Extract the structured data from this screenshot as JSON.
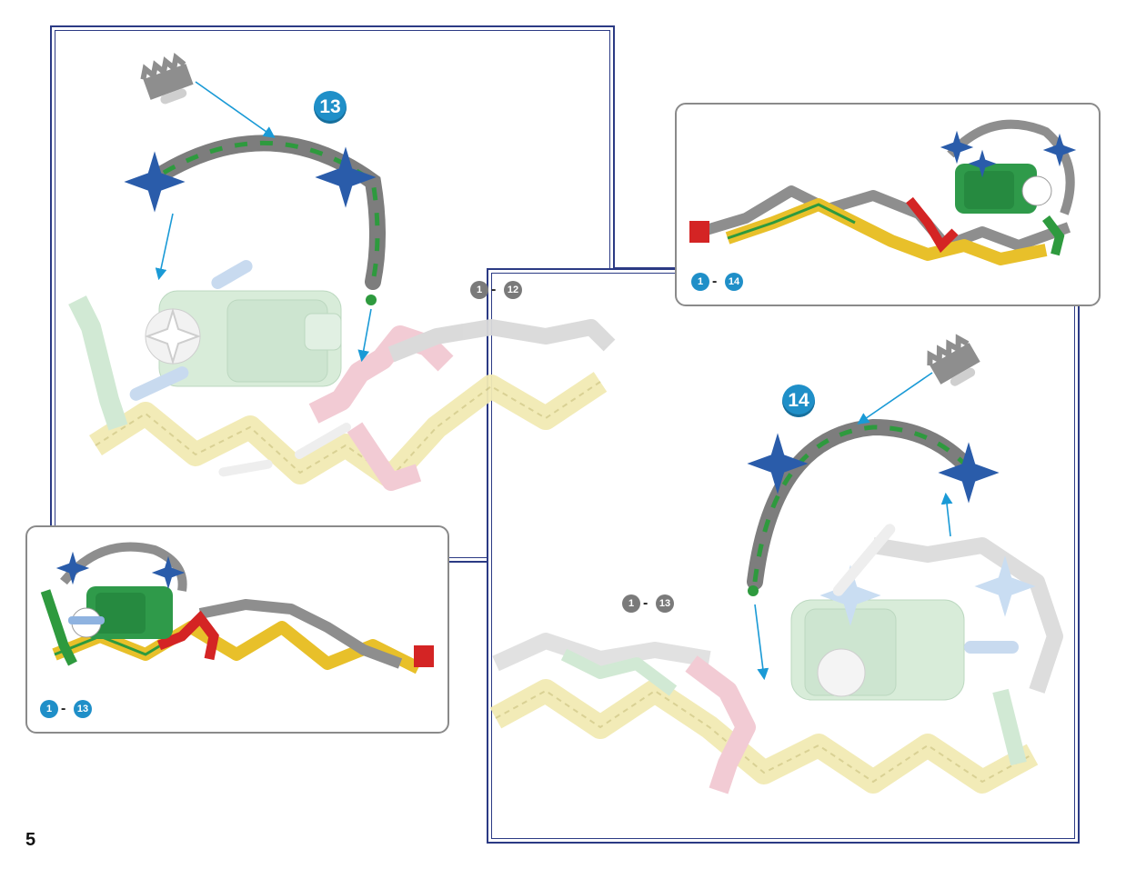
{
  "page": {
    "number": "5"
  },
  "steps": [
    {
      "id": "step-13",
      "number": "13",
      "range_start": "1",
      "range_end": "12"
    },
    {
      "id": "step-14",
      "number": "14",
      "range_start": "1",
      "range_end": "13"
    }
  ],
  "insets": [
    {
      "id": "inset-14",
      "range_start": "1",
      "range_end": "14"
    },
    {
      "id": "inset-13",
      "range_start": "1",
      "range_end": "13"
    }
  ],
  "colors": {
    "frame_border": "#2b3a84",
    "badge_blue": "#1f8fc8",
    "badge_grey": "#7a7a7a",
    "arrow": "#1a9ad6",
    "part_grey": "#8e8e8e",
    "part_green": "#2e9a3e",
    "part_blue": "#2a5caa",
    "part_red": "#d42424",
    "part_yellow": "#e8c02a",
    "ghost_green": "#cfe8d2",
    "ghost_yellow": "#f2eab4",
    "ghost_pink": "#f2c9d2",
    "motor_green": "#2f9a4a"
  },
  "icons": [
    "connector-arrow",
    "gear-connector",
    "motor-unit",
    "rod"
  ]
}
